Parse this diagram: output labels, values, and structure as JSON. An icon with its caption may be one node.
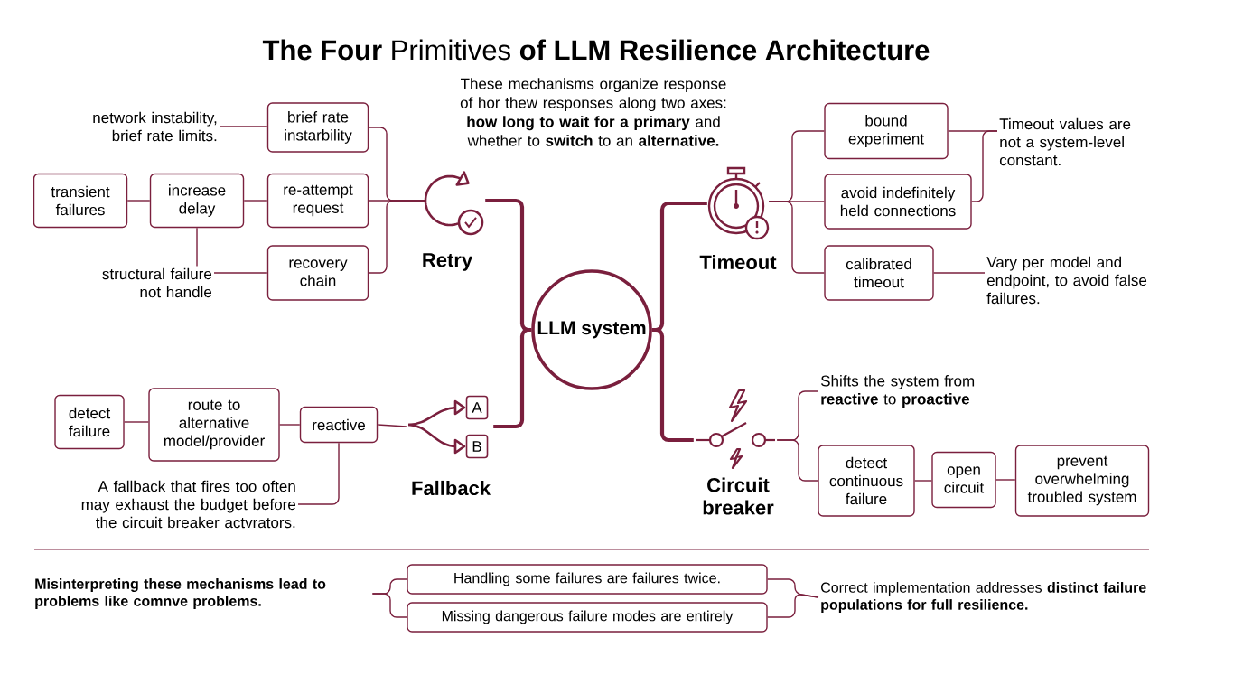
{
  "diagram": {
    "title": "**The Four** Primitives **of LLM Resilience Architecture**",
    "nodes": [
      {
        "text": [
          "LLM system"
        ]
      },
      {
        "text": [
          "Retry"
        ]
      },
      {
        "text": [
          "Timeout"
        ]
      },
      {
        "text": [
          "A",
          "B",
          "Fallback"
        ]
      },
      {
        "text": [
          "Circuit breaker"
        ]
      },
      {
        "text": [
          "network instability, brief rate limits."
        ]
      },
      {
        "text": [
          "brief rate instarbility"
        ]
      },
      {
        "text": [
          "transient failures"
        ]
      },
      {
        "text": [
          "increase delay"
        ]
      },
      {
        "text": [
          "re-attempt request"
        ]
      },
      {
        "text": [
          "structural failure not handle"
        ]
      },
      {
        "text": [
          "recovery chain"
        ]
      },
      {
        "text": [
          "bound experiment"
        ]
      },
      {
        "text": [
          "avoid indefinitely held connections"
        ]
      },
      {
        "text": [
          "calibrated timeout"
        ]
      },
      {
        "text": [
          "Timeout values are not a system-level constant."
        ]
      },
      {
        "text": [
          "Vary per model and endpoint, to avoid false failures."
        ]
      },
      {
        "text": [
          "detect failure"
        ]
      },
      {
        "text": [
          "route to alternative model/provider"
        ]
      },
      {
        "text": [
          "reactive"
        ]
      },
      {
        "text": [
          "A fallback that fires too often may exhaust the budget before the circuit breaker actvrators."
        ]
      },
      {
        "text": [
          "Shifts the system from **reactive** to **proactive**"
        ]
      },
      {
        "text": [
          "detect continuous failure"
        ]
      },
      {
        "text": [
          "open circuit"
        ]
      },
      {
        "text": [
          "prevent overwhelming troubled system"
        ]
      },
      {
        "text": [
          "Misinterpreting these mechanisms lead to problems like comnve problems."
        ]
      },
      {
        "text": [
          "Handling some failures are failures twice."
        ]
      },
      {
        "text": [
          "Missing dangerous failure modes are entirely"
        ]
      },
      {
        "text": [
          "Correct implementation addresses **distinct failure populations for full resilience.**"
        ]
      }
    ],
    "edges": [
      {
        "from": 0,
        "to": 1,
        "arrow": "none",
        "style": "thick"
      },
      {
        "from": 0,
        "to": 2,
        "arrow": "none",
        "style": "thick"
      },
      {
        "from": 0,
        "to": 3,
        "arrow": "none",
        "style": "thick"
      },
      {
        "from": 0,
        "to": 4,
        "arrow": "none",
        "style": "thick"
      },
      {
        "from": 5,
        "to": 6,
        "arrow": "none"
      },
      {
        "from": 7,
        "to": 8,
        "arrow": "none"
      },
      {
        "from": 8,
        "to": 9,
        "arrow": "none"
      },
      {
        "from": 8,
        "to": 10,
        "arrow": "none"
      },
      {
        "from": 10,
        "to": 11,
        "arrow": "none"
      },
      {
        "from": 6,
        "to": 1,
        "arrow": "none"
      },
      {
        "from": 9,
        "to": 1,
        "arrow": "none"
      },
      {
        "from": 11,
        "to": 1,
        "arrow": "none"
      },
      {
        "from": 2,
        "to": 12,
        "arrow": "none"
      },
      {
        "from": 2,
        "to": 13,
        "arrow": "none"
      },
      {
        "from": 2,
        "to": 14,
        "arrow": "none"
      },
      {
        "from": 12,
        "to": 15,
        "arrow": "none"
      },
      {
        "from": 13,
        "to": 15,
        "arrow": "none"
      },
      {
        "from": 14,
        "to": 16,
        "arrow": "none"
      },
      {
        "from": 17,
        "to": 18,
        "arrow": "none"
      },
      {
        "from": 18,
        "to": 19,
        "arrow": "none"
      },
      {
        "from": 19,
        "to": 3,
        "arrow": "none"
      },
      {
        "from": 19,
        "to": 20,
        "arrow": "none"
      },
      {
        "from": 4,
        "to": 21,
        "arrow": "none"
      },
      {
        "from": 4,
        "to": 22,
        "arrow": "none"
      },
      {
        "from": 22,
        "to": 23,
        "arrow": "none"
      },
      {
        "from": 23,
        "to": 24,
        "arrow": "none"
      },
      {
        "from": 25,
        "to": 26,
        "arrow": "none"
      },
      {
        "from": 25,
        "to": 27,
        "arrow": "none"
      },
      {
        "from": 26,
        "to": 28,
        "arrow": "none"
      },
      {
        "from": 27,
        "to": 28,
        "arrow": "none"
      }
    ],
    "labels": [
      "These mechanisms organize response of hor thew responses along two axes: **how long to wait for a primary** and whether to **switch** to an **alternative.**"
    ]
  }
}
